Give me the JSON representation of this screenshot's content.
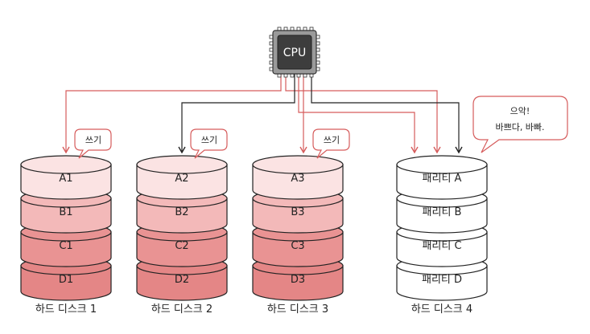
{
  "cpu": {
    "label": "CPU"
  },
  "disks": [
    {
      "title": "하드 디스크 1",
      "cells": [
        "A1",
        "B1",
        "C1",
        "D1"
      ],
      "kind": "data",
      "write_label": "쓰기"
    },
    {
      "title": "하드 디스크 2",
      "cells": [
        "A2",
        "B2",
        "C2",
        "D2"
      ],
      "kind": "data",
      "write_label": "쓰기"
    },
    {
      "title": "하드 디스크 3",
      "cells": [
        "A3",
        "B3",
        "C3",
        "D3"
      ],
      "kind": "data",
      "write_label": "쓰기"
    },
    {
      "title": "하드 디스크 4",
      "cells": [
        "패리티 A",
        "패리티 B",
        "패리티 C",
        "패리티 D"
      ],
      "kind": "parity"
    }
  ],
  "shout": {
    "line1": "으악!",
    "line2": "바쁘다, 바빠."
  },
  "colors": {
    "row_fills": [
      "#fbe3e3",
      "#f3b9b9",
      "#e99393",
      "#e48686"
    ],
    "parity_fill": "#ffffff",
    "red_line": "#d65c5c",
    "black_line": "#222222",
    "cpu_fill": "#3d3d3d",
    "cpu_chip": "#9a9a9a"
  }
}
